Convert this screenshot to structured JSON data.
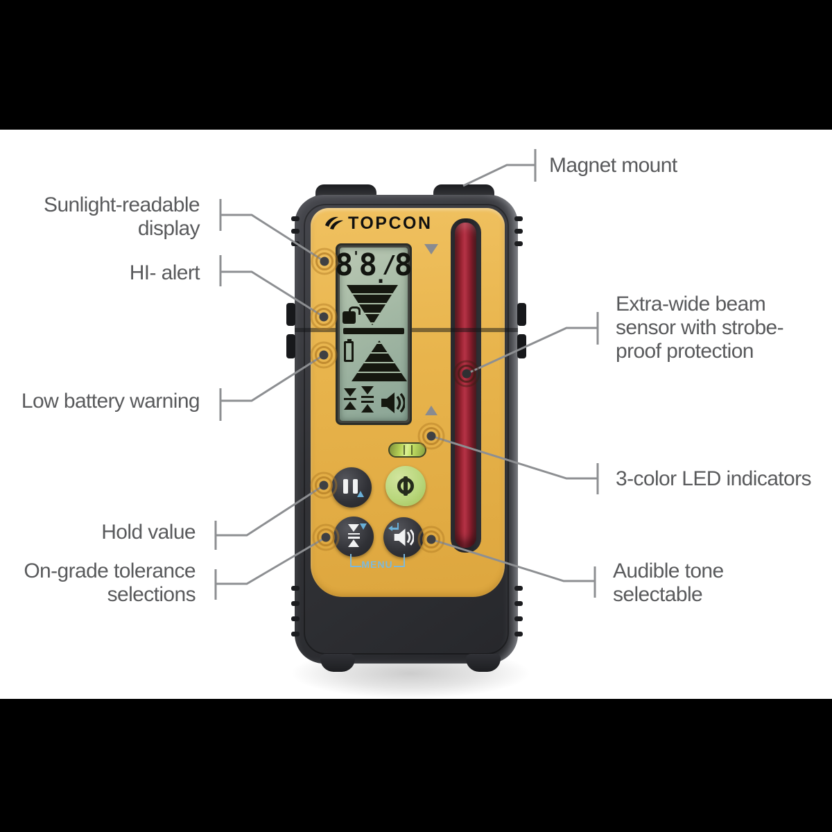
{
  "colors": {
    "letterbox": "#000000",
    "background": "#ffffff",
    "face_yellow": "#e8b44c",
    "sensor_red": "#a32638",
    "power_green": "#b9d77d",
    "menu_blue": "#7cb9dc",
    "label_text": "#595a5c",
    "callout_line": "#8d8f92",
    "body_dark": "#333438",
    "lcd_screen": "#a9bca8"
  },
  "device": {
    "brand": "TOPCON",
    "menu_label": "MENU",
    "lcd": {
      "digit1": "8",
      "digit2": "8",
      "digit3": "8",
      "foot_mark": "'",
      "decimal_point": ".",
      "fraction_slash": "/"
    }
  },
  "callouts": {
    "magnet_mount": {
      "label": "Magnet mount"
    },
    "sunlight_display": {
      "line1": "Sunlight-readable",
      "line2": "display"
    },
    "hi_alert": {
      "label": "HI- alert"
    },
    "low_battery": {
      "label": "Low battery warning"
    },
    "beam_sensor": {
      "line1": "Extra-wide beam",
      "line2": "sensor with strobe-",
      "line3": "proof protection"
    },
    "led_indicators": {
      "label": "3-color LED indicators"
    },
    "hold_value": {
      "label": "Hold value"
    },
    "on_grade_tolerance": {
      "line1": "On-grade tolerance",
      "line2": "selections"
    },
    "audible_tone": {
      "line1": "Audible tone",
      "line2": "selectable"
    }
  }
}
